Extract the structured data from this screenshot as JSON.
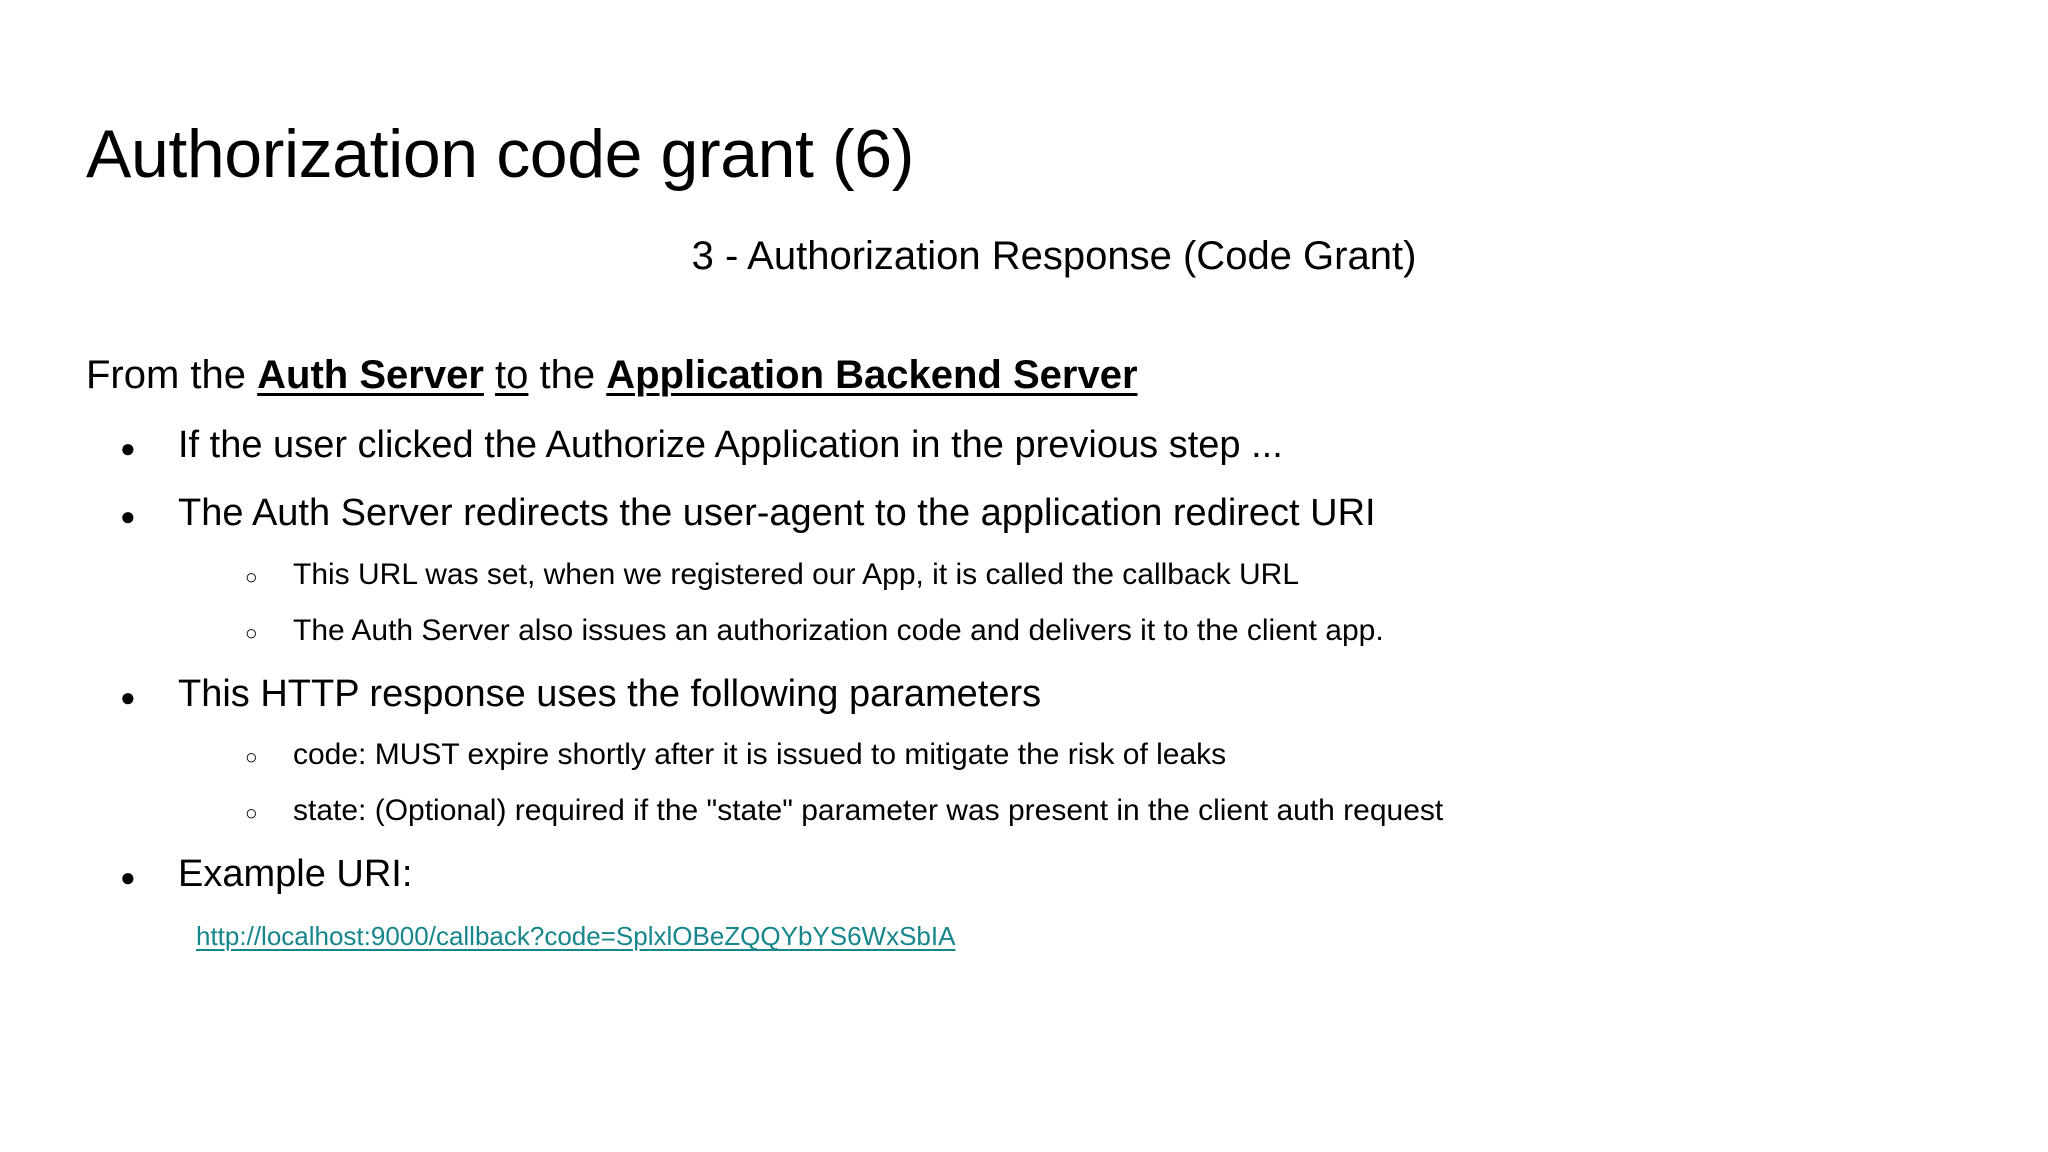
{
  "slide": {
    "title": "Authorization code grant (6)",
    "subtitle": "3 - Authorization Response (Code Grant)",
    "lead": {
      "prefix": "From the ",
      "source": "Auth Server",
      "connector": "to",
      "middle": " the ",
      "target": "Application Backend Server"
    },
    "bullet_marker": "●",
    "sub_bullet_marker": "○",
    "bullets": [
      {
        "text": "If the user clicked the Authorize Application in the previous step ...",
        "subs": []
      },
      {
        "text": "The Auth Server redirects the user-agent to the application redirect URI",
        "subs": [
          "This URL was set, when we registered our App, it is called the callback URL",
          "The Auth Server also issues an authorization code and delivers it to the client app."
        ]
      },
      {
        "text": "This HTTP response uses the following parameters",
        "subs": [
          "code: MUST expire shortly after it is issued to mitigate the risk of leaks",
          "state: (Optional) required if the \"state\" parameter was present in the client auth request"
        ]
      },
      {
        "text": "Example URI:",
        "subs": []
      }
    ],
    "example_link": "http://localhost:9000/callback?code=SplxlOBeZQQYbYS6WxSbIA",
    "colors": {
      "background": "#ffffff",
      "text": "#000000",
      "link": "#16868a"
    }
  }
}
